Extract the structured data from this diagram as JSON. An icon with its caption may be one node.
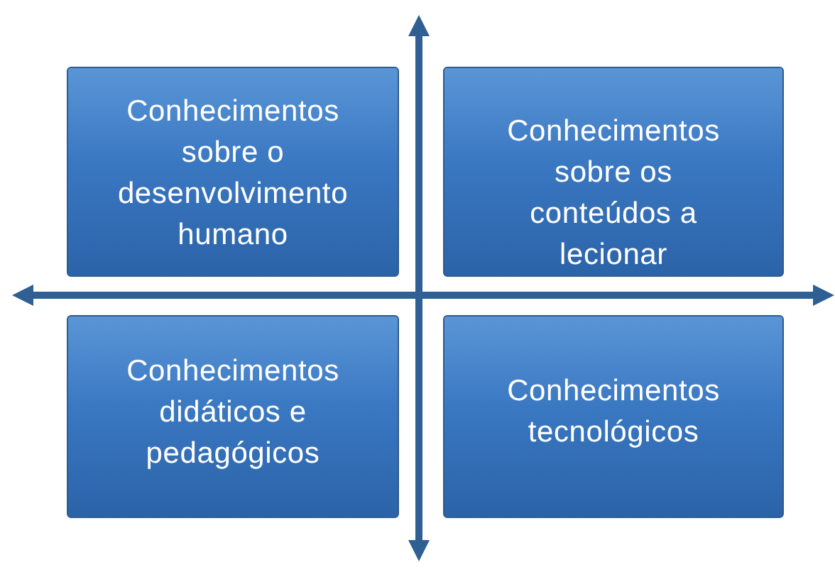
{
  "diagram": {
    "nodes": [
      {
        "text": [
          "Conhecimentos sobre o desenvolvimento humano"
        ]
      },
      {
        "text": [
          "Conhecimentos sobre os conteúdos a lecionar"
        ]
      },
      {
        "text": [
          "Conhecimentos didáticos e pedagógicos"
        ]
      },
      {
        "text": [
          "Conhecimentos tecnológicos"
        ]
      }
    ]
  }
}
